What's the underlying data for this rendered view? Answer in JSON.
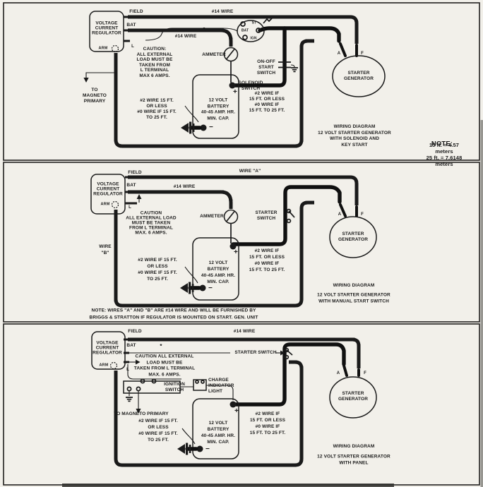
{
  "sheet": {
    "ink": "#1a1a1a",
    "paper": "#f2f0ea"
  },
  "panels": [
    {
      "name": "key-start",
      "regulator": {
        "lines": [
          "VOLTAGE",
          "CURRENT",
          "REGULATOR"
        ],
        "arm": "ARM"
      },
      "terminals": {
        "field": "FIELD",
        "bat": "BAT",
        "l": "L"
      },
      "wire_top": "#14 WIRE",
      "wire_mid": "#14 WIRE",
      "caution": [
        "CAUTION:",
        "ALL EXTERNAL",
        "LOAD MUST BE",
        "TAKEN FROM",
        "L TERMINAL",
        "MAX 6 AMPS."
      ],
      "ammeter": "AMMETER",
      "magneto": [
        "TO",
        "MAGNETO",
        "PRIMARY"
      ],
      "gauge_mid": [
        "#2 WIRE 15 FT.",
        "OR LESS",
        "#0 WIRE IF 15 FT.",
        "TO 25 FT."
      ],
      "gauge_right": [
        "#2 WIRE IF",
        "15 FT. OR LESS",
        "#0 WIRE IF",
        "15 FT. TO 25 FT."
      ],
      "battery": {
        "lines": [
          "12 VOLT",
          "BATTERY",
          "40-45 AMP. HR.",
          "MIN. CAP."
        ],
        "plus": "+",
        "minus": "−"
      },
      "key_switch": {
        "st": "ST",
        "bat": "BAT",
        "ign": "IGN",
        "on_off": [
          "ON-OFF",
          "START",
          "SWITCH"
        ]
      },
      "solenoid": [
        "SOLENOID",
        "SWITCH"
      ],
      "generator": {
        "lines": [
          "STARTER",
          "GENERATOR"
        ],
        "a": "A",
        "f": "F"
      },
      "title": [
        "WIRING DIAGRAM",
        "12 VOLT STARTER GENERATOR",
        "WITH SOLENOID AND",
        "KEY START"
      ],
      "note": {
        "heading": "NOTE:",
        "lines": [
          "15 ft. = 4.57 meters",
          "25 ft. = 7.6148 meters"
        ]
      }
    },
    {
      "name": "manual-start",
      "regulator": {
        "lines": [
          "VOLTAGE",
          "CURRENT",
          "REGULATOR"
        ],
        "arm": "ARM"
      },
      "terminals": {
        "field": "FIELD",
        "bat": "BAT",
        "l": "L"
      },
      "wire_a": "WIRE \"A\"",
      "wire_b": [
        "WIRE",
        "\"B\""
      ],
      "wire_mid": "#14 WIRE",
      "caution": [
        "CAUTION",
        "ALL EXTERNAL LOAD",
        "MUST BE TAKEN",
        "FROM L TERMINAL",
        "MAX. 6 AMPS."
      ],
      "ammeter": "AMMETER",
      "starter_switch": [
        "STARTER",
        "SWITCH"
      ],
      "gauge_mid": [
        "#2 WIRE IF 15 FT.",
        "OR LESS",
        "#0 WIRE IF 15 FT.",
        "TO 25 FT."
      ],
      "gauge_right": [
        "#2 WIRE IF",
        "15 FT. OR LESS",
        "#0 WIRE IF",
        "15 FT. TO 25 FT."
      ],
      "battery": {
        "lines": [
          "12 VOLT",
          "BATTERY",
          "40-45 AMP. HR.",
          "MIN. CAP."
        ],
        "plus": "+",
        "minus": "−"
      },
      "generator": {
        "lines": [
          "STARTER",
          "GENERATOR"
        ],
        "a": "A",
        "f": "F"
      },
      "title_head": "WIRING DIAGRAM",
      "title_rest": [
        "12 VOLT STARTER GENERATOR",
        "WITH MANUAL START SWITCH"
      ],
      "note": [
        "NOTE: WIRES \"A\" AND \"B\" ARE #14 WIRE AND WILL BE FURNISHED BY",
        "BRIGGS & STRATTON IF REGULATOR IS MOUNTED ON START. GEN. UNIT"
      ]
    },
    {
      "name": "panel",
      "regulator": {
        "lines": [
          "VOLTAGE",
          "CURRENT",
          "REGULATOR"
        ],
        "arm": "ARM"
      },
      "terminals": {
        "field": "FIELD",
        "bat": "BAT",
        "l": "L"
      },
      "wire_top": "#14 WIRE",
      "asterisk": "*",
      "starter_switch": "STARTER SWITCH",
      "caution": [
        "CAUTION  ALL EXTERNAL",
        "LOAD MUST BE",
        "TAKEN FROM L TERMINAL",
        "MAX. 6 AMPS."
      ],
      "ignition": [
        "IGNITION",
        "SWITCH"
      ],
      "charge_light": [
        "CHARGE",
        "INDICATOR",
        "LIGHT"
      ],
      "magneto": "TO MAGNETO PRIMARY",
      "gauge_mid": [
        "#2 WIRE IF 15 FT.",
        "OR LESS",
        "#0 WIRE IF 15 FT.",
        "TO 25 FT."
      ],
      "gauge_right": [
        "#2 WIRE IF",
        "15 FT. OR LESS",
        "#0 WIRE IF",
        "15 FT. TO 25 FT."
      ],
      "battery": {
        "lines": [
          "12 VOLT",
          "BATTERY",
          "40-45 AMP. HR.",
          "MIN. CAP."
        ],
        "plus": "+",
        "minus": "−"
      },
      "generator": {
        "lines": [
          "STARTER",
          "GENERATOR"
        ],
        "a": "A",
        "f": "F"
      },
      "title_head": "WIRING DIAGRAM",
      "title_rest": [
        "12 VOLT STARTER GENERATOR",
        "WITH PANEL"
      ]
    }
  ]
}
